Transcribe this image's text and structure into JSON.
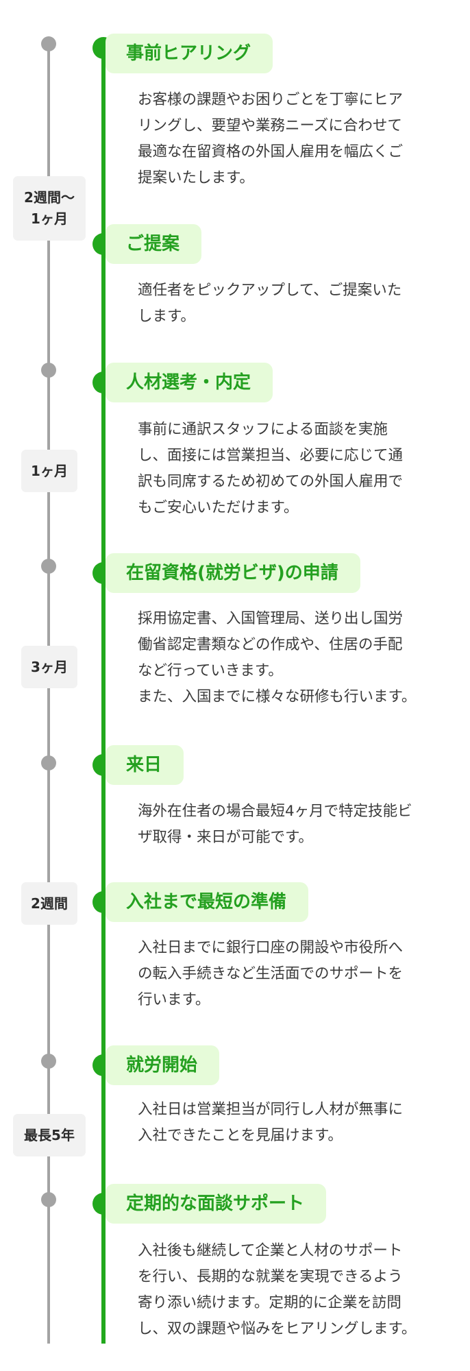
{
  "steps": [
    {
      "title": "事前ヒアリング",
      "desc": [
        "お客様の課題やお困りごとを丁寧にヒア",
        "リングし、要望や業務ニーズに合わせて",
        "最適な在留資格の外国人雇用を幅広くご",
        "提案いたします。"
      ]
    },
    {
      "title": "ご提案",
      "desc": [
        "適任者をピックアップして、ご提案いた",
        "します。"
      ]
    },
    {
      "title": "人材選考・内定",
      "desc": [
        "事前に通訳スタッフによる面談を実施",
        "し、面接には営業担当、必要に応じて通",
        "訳も同席するため初めての外国人雇用で",
        "もご安心いただけます。"
      ]
    },
    {
      "title": "在留資格(就労ビザ)の申請",
      "desc": [
        "採用協定書、入国管理局、送り出し国労",
        "働省認定書類などの作成や、住居の手配",
        "など行っていきます。",
        "また、入国までに様々な研修も行います。"
      ]
    },
    {
      "title": "来日",
      "desc": [
        "海外在住者の場合最短4ヶ月で特定技能ビ",
        "ザ取得・来日が可能です。"
      ]
    },
    {
      "title": "入社まで最短の準備",
      "desc": [
        "入社日までに銀行口座の開設や市役所へ",
        "の転入手続きなど生活面でのサポートを",
        "行います。"
      ]
    },
    {
      "title": "就労開始",
      "desc": [
        "入社日は営業担当が同行し人材が無事に",
        "入社できたことを見届けます。"
      ]
    },
    {
      "title": "定期的な面談サポート",
      "desc": [
        "入社後も継続して企業と人材のサポート",
        "を行い、長期的な就業を実現できるよう",
        "寄り添い続けます。定期的に企業を訪問",
        "し、双の課題や悩みをヒアリングします。"
      ]
    }
  ],
  "periods": [
    {
      "lines": [
        "2週間〜",
        "1ヶ月"
      ]
    },
    {
      "lines": [
        "1ヶ月"
      ]
    },
    {
      "lines": [
        "3ヶ月"
      ]
    },
    {
      "lines": [
        "2週間"
      ]
    },
    {
      "lines": [
        "最長5年"
      ]
    }
  ],
  "colors": {
    "accent": "#22a81d",
    "pill_bg": "#e6fbd9",
    "gray": "#a3a3a3",
    "period_bg": "#f2f2f2"
  }
}
